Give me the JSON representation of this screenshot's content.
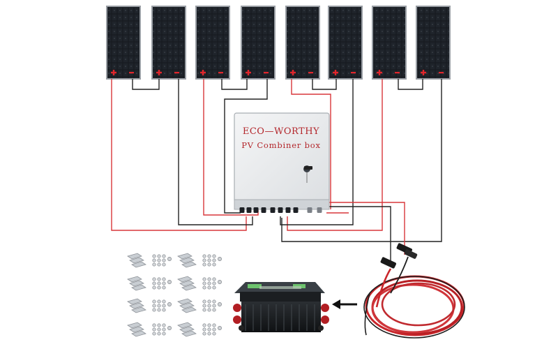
{
  "combiner_box": {
    "brand": "ECO—WORTHY",
    "subtitle": "PV  Combiner box"
  },
  "panels": {
    "count": 8,
    "cell_rows": 10,
    "cell_cols": 6
  },
  "mounting_brackets": {
    "sets": 8
  },
  "colors": {
    "wire_positive": "#d9363a",
    "wire_negative": "#222222",
    "panel_cell": "#181c22",
    "panel_frame": "#9a9fa5",
    "box_body": "#eef0f1",
    "cable_red": "#c9262b"
  },
  "icons": {
    "arrow": "arrow-left-icon",
    "terminal_positive": "plus-icon",
    "terminal_negative": "minus-icon"
  }
}
